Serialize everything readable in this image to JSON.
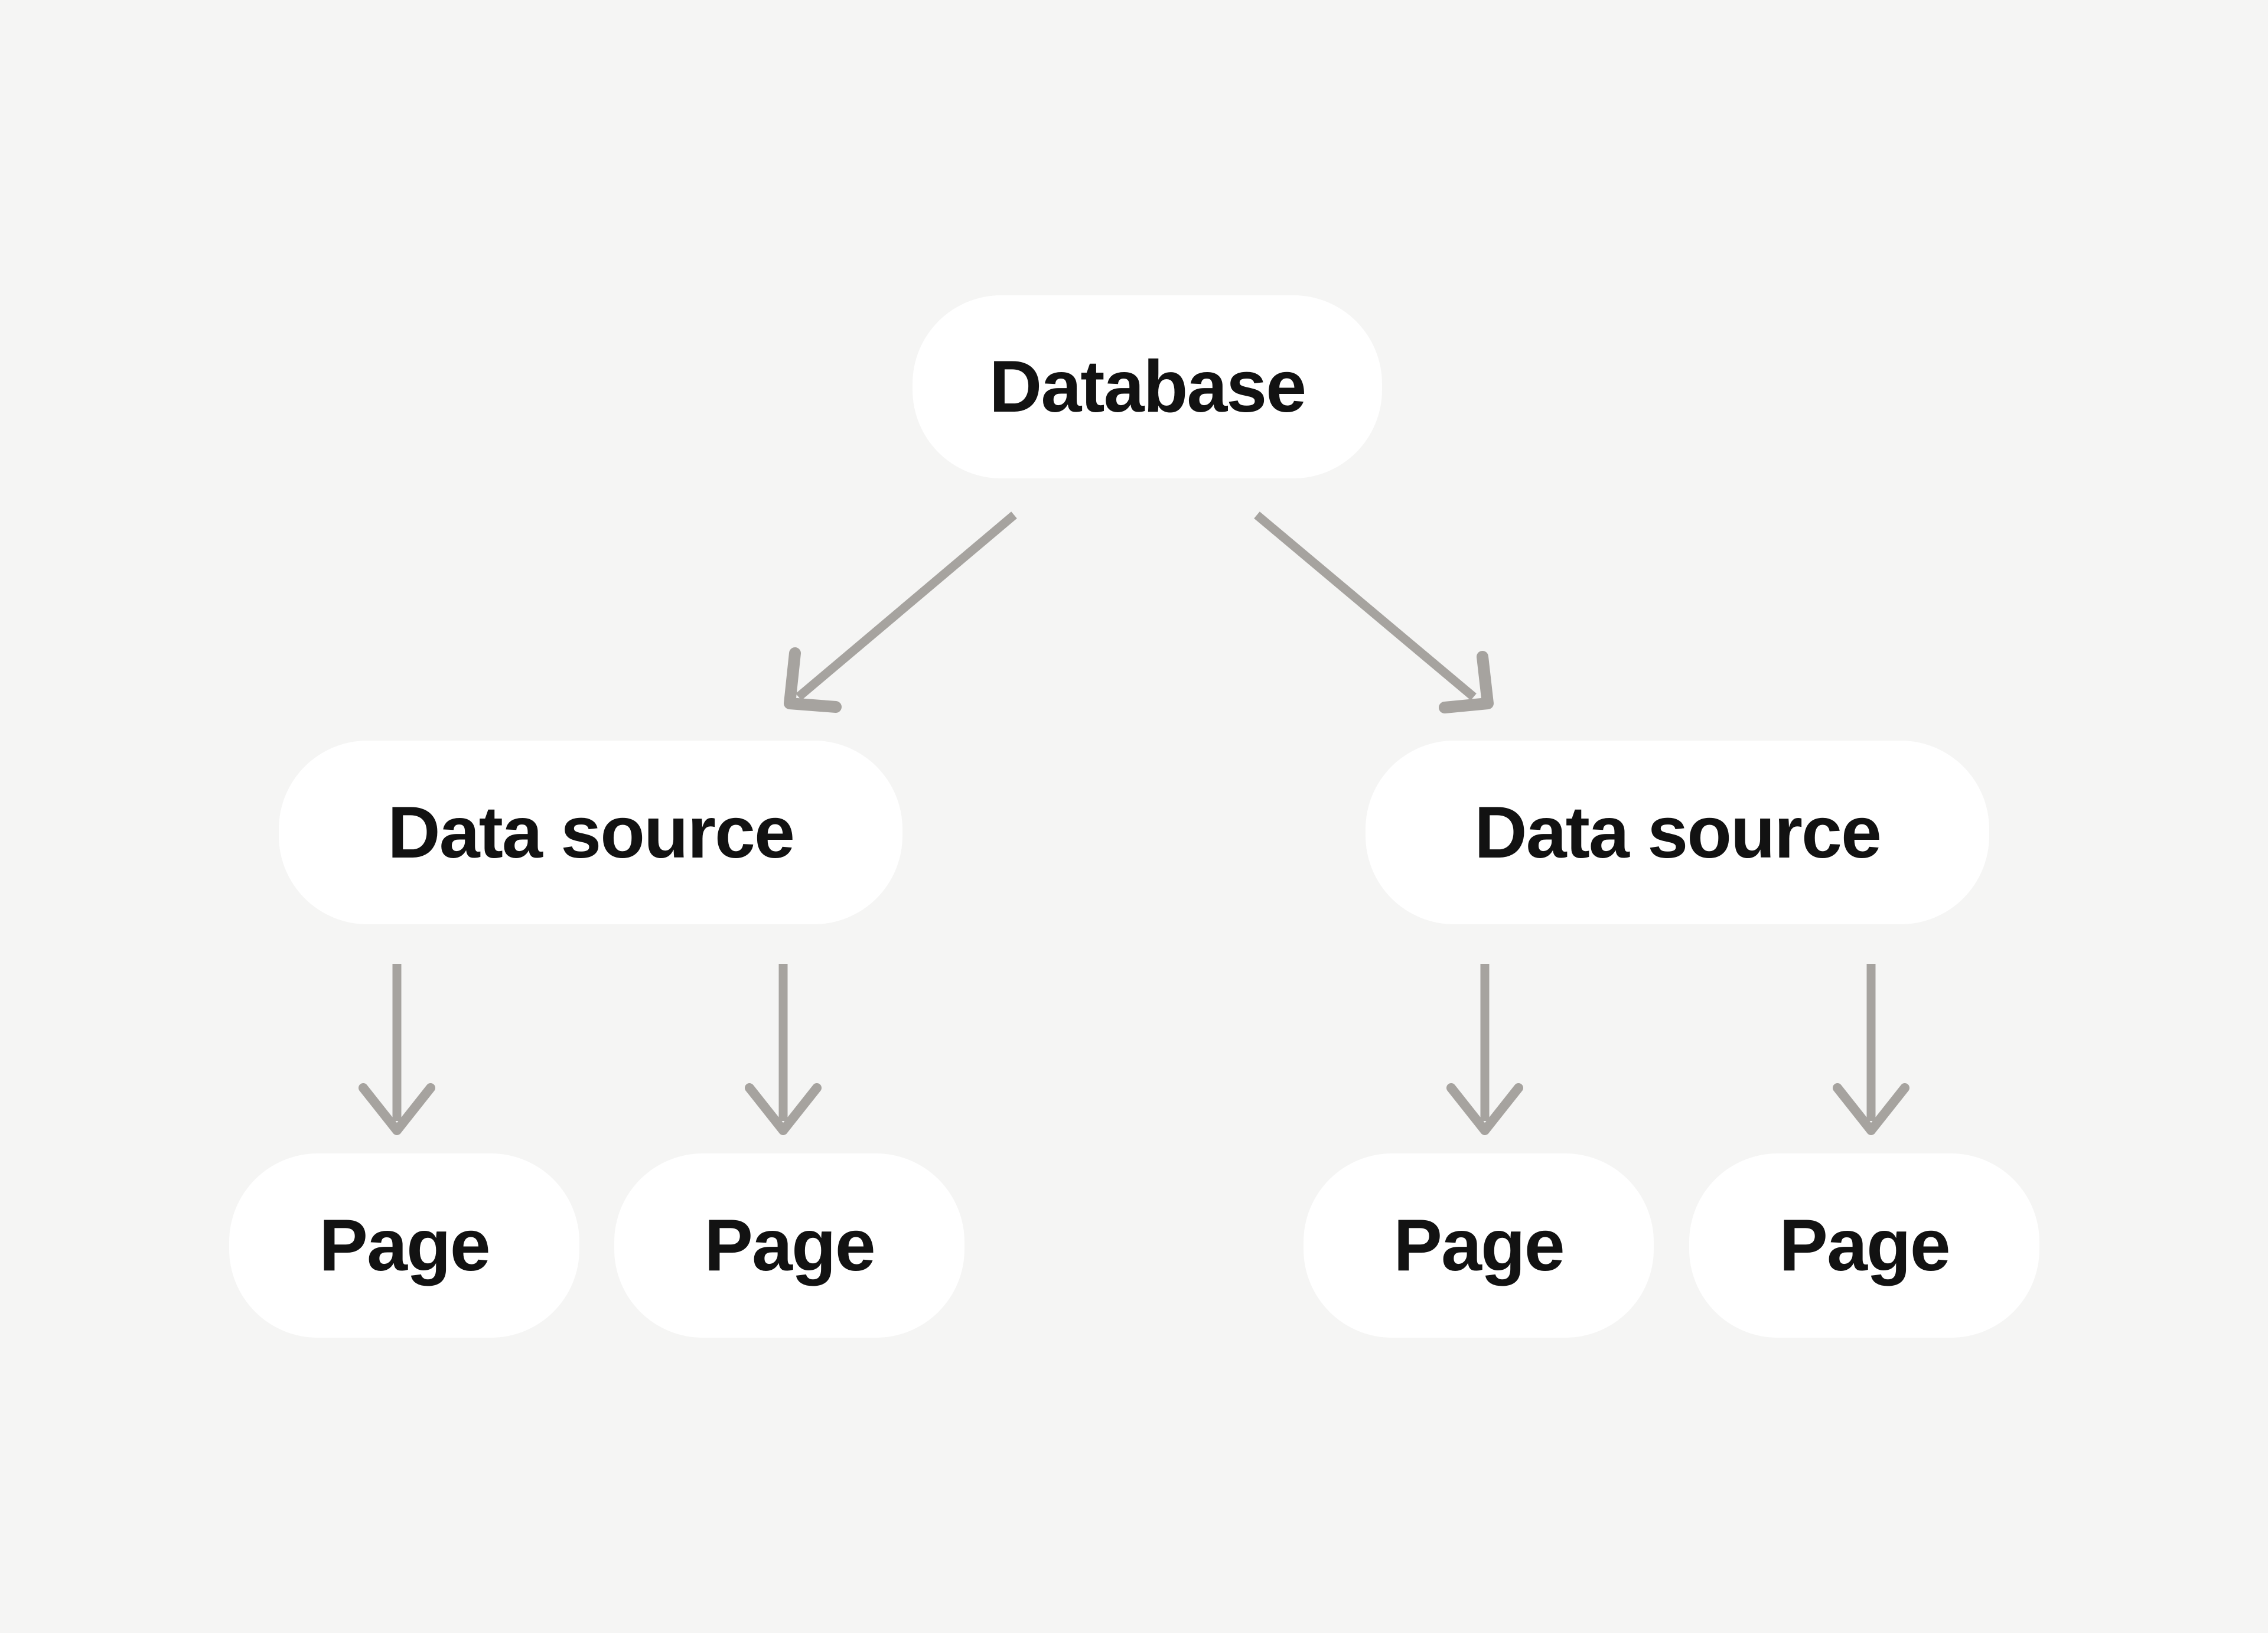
{
  "diagram": {
    "nodes": {
      "database": {
        "label": "Database"
      },
      "data_source_left": {
        "label": "Data source"
      },
      "data_source_right": {
        "label": "Data source"
      },
      "page_1": {
        "label": "Page"
      },
      "page_2": {
        "label": "Page"
      },
      "page_3": {
        "label": "Page"
      },
      "page_4": {
        "label": "Page"
      }
    },
    "edges": [
      {
        "from": "database",
        "to": "data_source_left"
      },
      {
        "from": "database",
        "to": "data_source_right"
      },
      {
        "from": "data_source_left",
        "to": "page_1"
      },
      {
        "from": "data_source_left",
        "to": "page_2"
      },
      {
        "from": "data_source_right",
        "to": "page_3"
      },
      {
        "from": "data_source_right",
        "to": "page_4"
      }
    ],
    "colors": {
      "background": "#f5f5f4",
      "node_fill": "#ffffff",
      "node_text": "#121212",
      "arrow": "#a6a39f"
    }
  }
}
